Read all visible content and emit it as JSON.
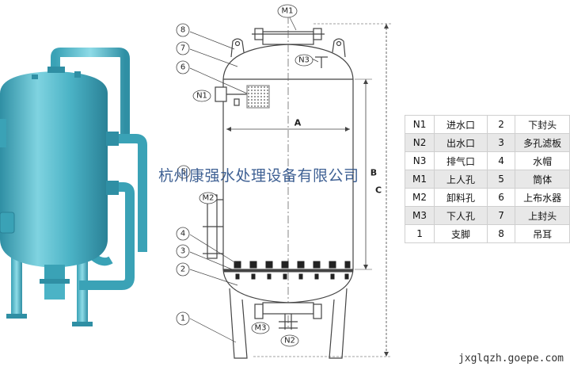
{
  "watermark": "杭州康强水处理设备有限公司",
  "site_url": "jxglqzh.goepe.com",
  "diagram": {
    "dimension_labels": {
      "a": "A",
      "b": "B",
      "c": "C"
    },
    "callouts": [
      {
        "id": "M1",
        "text": "M1"
      },
      {
        "id": "N3",
        "text": "N3"
      },
      {
        "id": "N1",
        "text": "N1"
      },
      {
        "id": "M2",
        "text": "M2"
      },
      {
        "id": "M3",
        "text": "M3"
      },
      {
        "id": "N2",
        "text": "N2"
      },
      {
        "id": "8",
        "text": "8"
      },
      {
        "id": "7",
        "text": "7"
      },
      {
        "id": "6",
        "text": "6"
      },
      {
        "id": "5",
        "text": "5"
      },
      {
        "id": "4",
        "text": "4"
      },
      {
        "id": "3",
        "text": "3"
      },
      {
        "id": "2",
        "text": "2"
      },
      {
        "id": "1",
        "text": "1"
      }
    ]
  },
  "legend": {
    "rows": [
      [
        "N1",
        "进水口",
        "2",
        "下封头"
      ],
      [
        "N2",
        "出水口",
        "3",
        "多孔滤板"
      ],
      [
        "N3",
        "排气口",
        "4",
        "水帽"
      ],
      [
        "M1",
        "上人孔",
        "5",
        "筒体"
      ],
      [
        "M2",
        "卸料孔",
        "6",
        "上布水器"
      ],
      [
        "M3",
        "下人孔",
        "7",
        "上封头"
      ],
      [
        "1",
        "支脚",
        "8",
        "吊耳"
      ]
    ]
  },
  "colors": {
    "tank": "#4bb3c6",
    "tank_dark": "#2f8fa4",
    "line": "#333333",
    "watermark": "#2a4f88"
  }
}
